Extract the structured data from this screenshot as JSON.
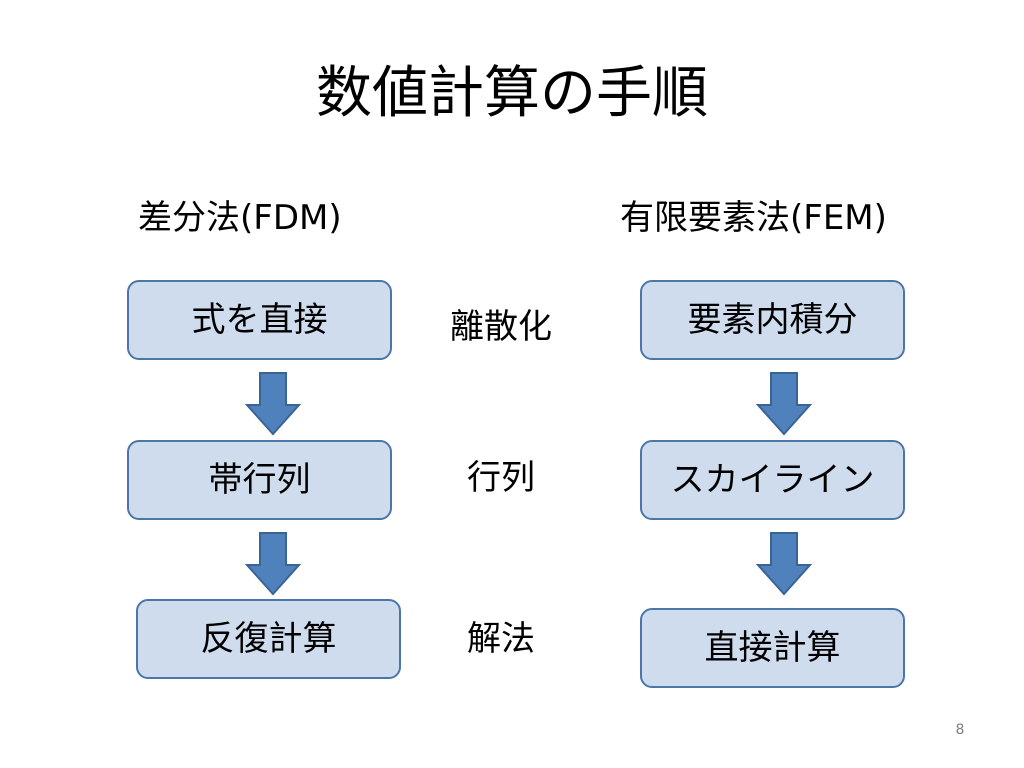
{
  "slide": {
    "title": "数値計算の手順",
    "page_number": "8"
  },
  "fdm": {
    "heading": "差分法(FDM)",
    "steps": [
      "式を直接",
      "帯行列",
      "反復計算"
    ]
  },
  "fem": {
    "heading": "有限要素法(FEM)",
    "steps": [
      "要素内積分",
      "スカイライン",
      "直接計算"
    ]
  },
  "stages": [
    "離散化",
    "行列",
    "解法"
  ],
  "colors": {
    "box_fill": "#cfdcee",
    "box_border": "#4a76a8",
    "arrow_fill": "#4f81bd",
    "arrow_stroke": "#3a6494"
  }
}
